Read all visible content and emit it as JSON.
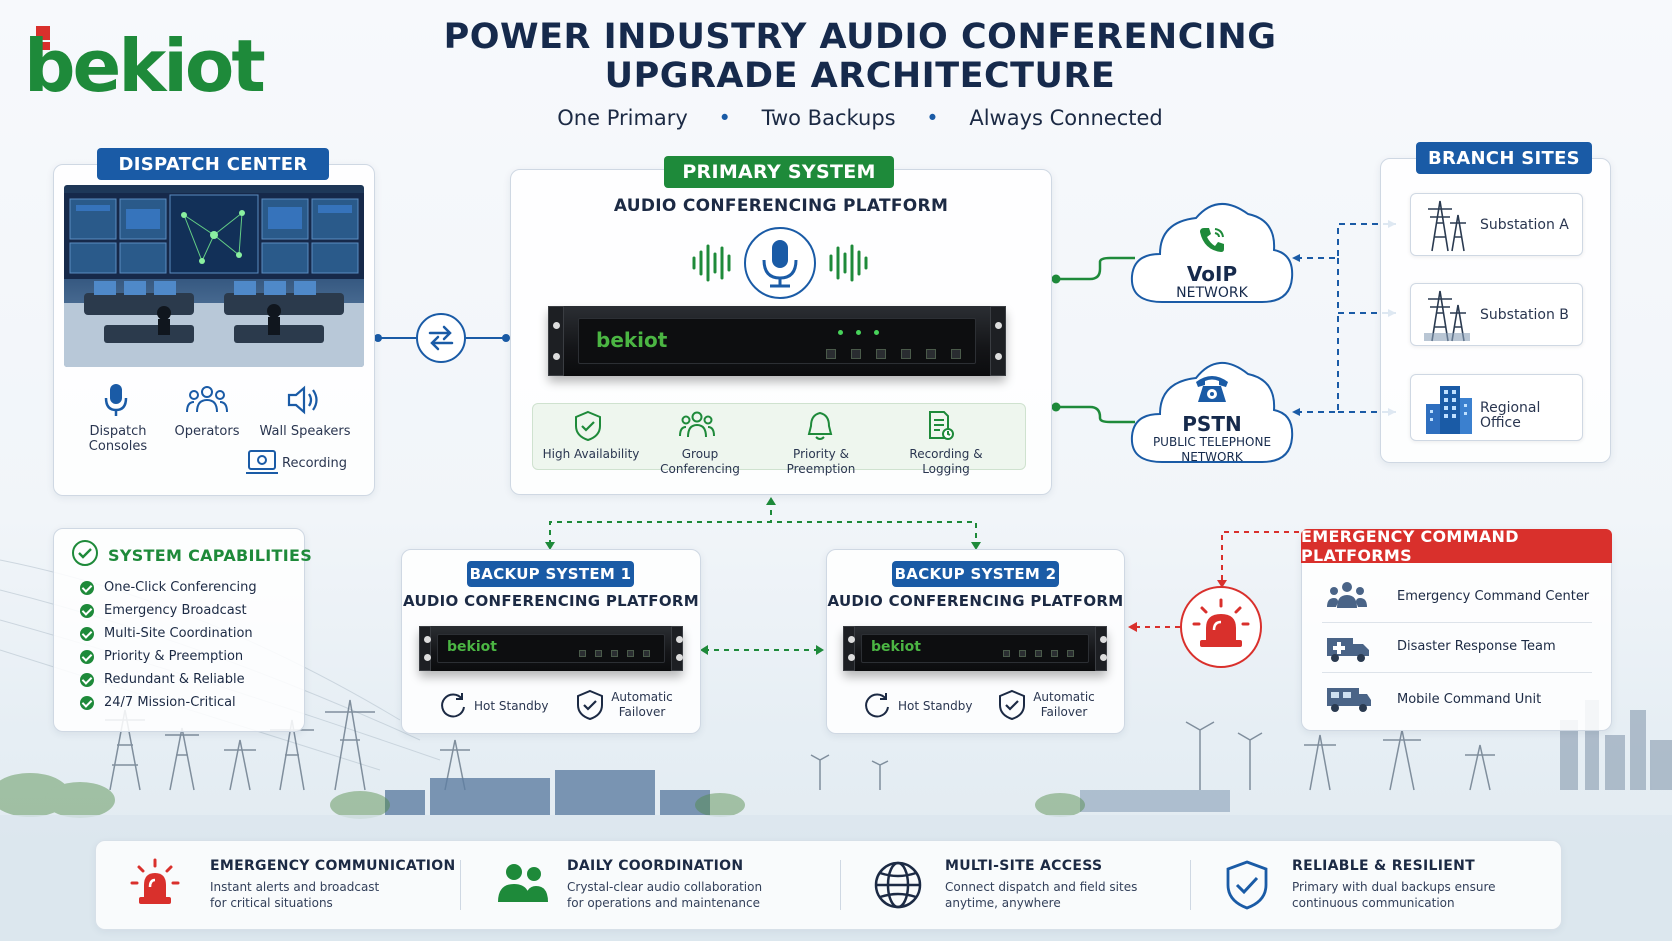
{
  "logo": {
    "text": "bekiot"
  },
  "title": {
    "line1": "POWER INDUSTRY AUDIO CONFERENCING",
    "line2": "UPGRADE ARCHITECTURE"
  },
  "tagline": {
    "part1": "One Primary",
    "part2": "Two Backups",
    "part3": "Always Connected",
    "separator": "•"
  },
  "dispatch": {
    "header": "DISPATCH CENTER",
    "items": [
      {
        "label": "Dispatch Consoles",
        "icon": "microphone-icon"
      },
      {
        "label": "Operators",
        "icon": "operators-icon"
      },
      {
        "label": "Wall Speakers",
        "icon": "speaker-icon"
      },
      {
        "label": "Recording",
        "icon": "recording-icon"
      }
    ]
  },
  "primary": {
    "header": "PRIMARY SYSTEM",
    "subtitle": "AUDIO CONFERENCING PLATFORM",
    "device_brand": "bekiot",
    "features": [
      "High Availability",
      "Group Conferencing",
      "Priority & Preemption",
      "Recording & Logging"
    ]
  },
  "voip": {
    "title": "VoIP",
    "subtitle": "NETWORK"
  },
  "pstn": {
    "title": "PSTN",
    "subtitle": "PUBLIC TELEPHONE",
    "subtitle2": "NETWORK"
  },
  "branch": {
    "header": "BRANCH SITES",
    "sites": [
      "Substation A",
      "Substation B",
      "Regional Office"
    ]
  },
  "capabilities": {
    "header": "SYSTEM CAPABILITIES",
    "items": [
      "One-Click Conferencing",
      "Emergency Broadcast",
      "Multi-Site Coordination",
      "Priority & Preemption",
      "Redundant & Reliable",
      "24/7 Mission-Critical"
    ]
  },
  "backup1": {
    "header": "BACKUP SYSTEM 1",
    "subtitle": "AUDIO CONFERENCING PLATFORM",
    "device_brand": "bekiot",
    "standby": "Hot Standby",
    "failover_line1": "Automatic",
    "failover_line2": "Failover"
  },
  "backup2": {
    "header": "BACKUP SYSTEM 2",
    "subtitle": "AUDIO CONFERENCING PLATFORM",
    "device_brand": "bekiot",
    "standby": "Hot Standby",
    "failover_line1": "Automatic",
    "failover_line2": "Failover"
  },
  "emergency": {
    "header": "EMERGENCY COMMAND PLATFORMS",
    "items": [
      "Emergency Command Center",
      "Disaster Response Team",
      "Mobile Command Unit"
    ]
  },
  "footer": [
    {
      "title": "EMERGENCY COMMUNICATION",
      "line1": "Instant alerts and broadcast",
      "line2": "for critical situations",
      "icon": "siren-icon"
    },
    {
      "title": "DAILY COORDINATION",
      "line1": "Crystal-clear audio collaboration",
      "line2": "for operations and maintenance",
      "icon": "team-icon"
    },
    {
      "title": "MULTI-SITE ACCESS",
      "line1": "Connect dispatch and field sites",
      "line2": "anytime, anywhere",
      "icon": "globe-icon"
    },
    {
      "title": "RELIABLE & RESILIENT",
      "line1": "Primary with dual backups ensure",
      "line2": "continuous communication",
      "icon": "shield-check-icon"
    }
  ],
  "colors": {
    "blue": "#1a5ba6",
    "green": "#1e8a3a",
    "red": "#d9302c",
    "navy": "#1c2a44"
  }
}
